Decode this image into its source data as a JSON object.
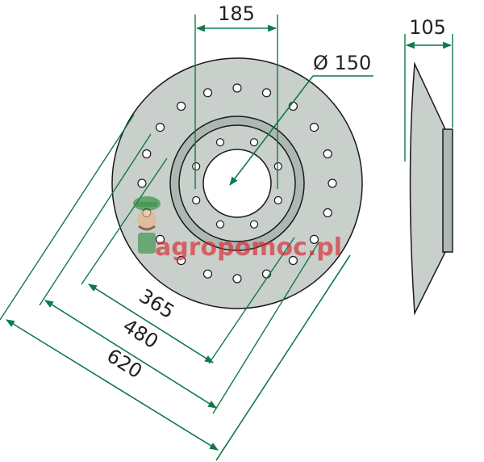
{
  "dimensions": {
    "spacing_185": "185",
    "thickness_105": "105",
    "bore_diameter": "Ø 150",
    "circle_365": "365",
    "circle_480": "480",
    "diameter_620": "620"
  },
  "watermark": {
    "text": "agropomoc.pl"
  },
  "colors": {
    "disc_fill": "#c9cfcb",
    "disc_stroke": "#1a1a1a",
    "dimension_line": "#0d7a4b",
    "watermark_red": "#d9232d",
    "watermark_green": "#2c8c3c"
  }
}
